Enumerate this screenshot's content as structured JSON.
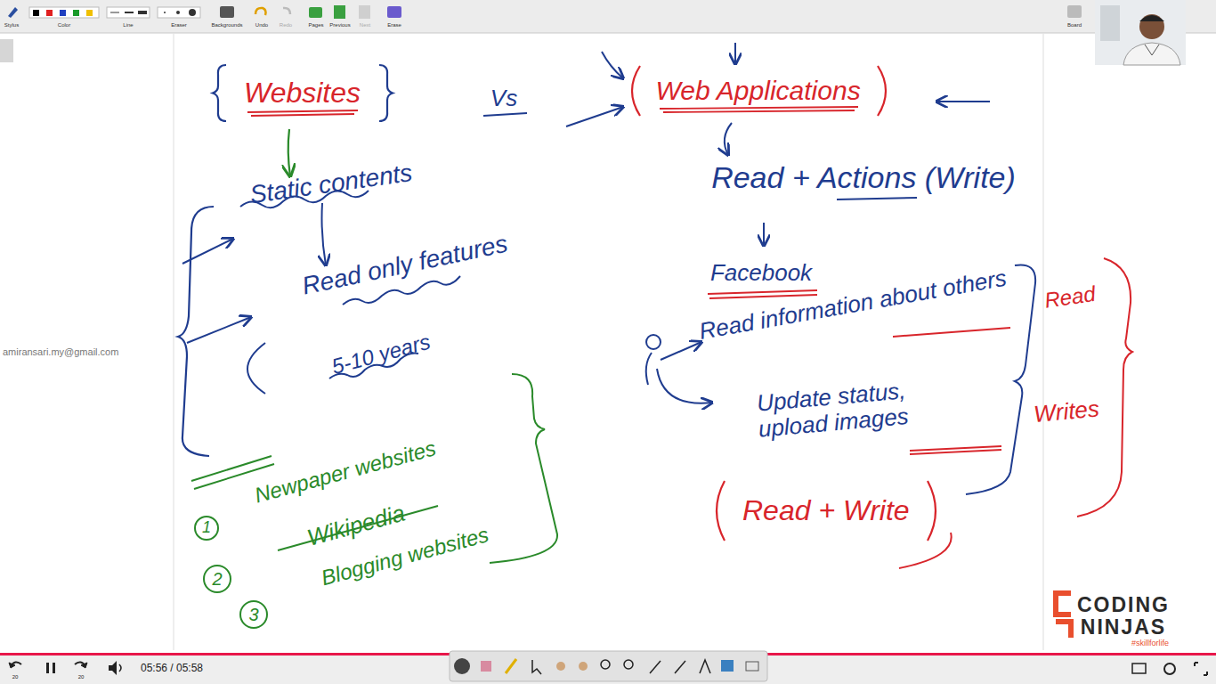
{
  "diagram": {
    "nodes": [
      {
        "text": [
          "Websites"
        ]
      },
      {
        "text": [
          "Web Applications"
        ]
      },
      {
        "text": [
          "Read + Write"
        ]
      }
    ],
    "labels": [
      "Stylus",
      "Color",
      "Line",
      "Eraser",
      "Backgrounds",
      "Undo",
      "Redo",
      "Pages",
      "Previous",
      "Next",
      "Erase",
      "Board",
      "Vs",
      "Static contents",
      "Read only features",
      "5-10 years",
      "1",
      "Newpaper websites",
      "2",
      "Wikipedia",
      "3",
      "Blogging websites",
      "Read + Actions (Write)",
      "Facebook",
      "Read information about others",
      "Update status, upload images",
      "Read",
      "Writes",
      "amiransari.my@gmail.com",
      "CODING",
      "NINJAS",
      "#skillforlife",
      "20",
      "20",
      "05:56 / 05:58"
    ]
  }
}
